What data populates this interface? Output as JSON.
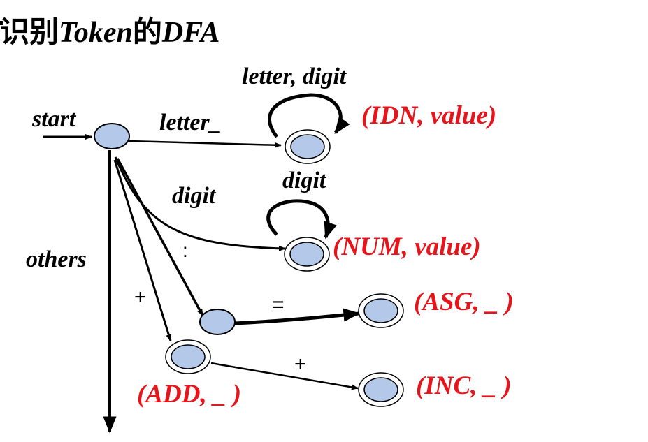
{
  "title": {
    "prefix": "识别",
    "word1": "Token",
    "mid": "的",
    "word2": "DFA"
  },
  "labels": {
    "start": "start",
    "letter_underscore": "letter_",
    "letter_digit": "letter, digit",
    "digit_loop": "digit",
    "digit_edge": "digit",
    "others": "others",
    "colon": ":",
    "equals": "=",
    "plus_left": "+",
    "plus_right": "+"
  },
  "tokens": {
    "idn": "(IDN, value)",
    "num": "(NUM, value)",
    "asg": "(ASG, _ )",
    "add": "(ADD, _ )",
    "inc": "(INC, _ )"
  },
  "colors": {
    "state_fill": "#b4c8ea",
    "token_text": "#e8141c",
    "line": "#000000"
  }
}
